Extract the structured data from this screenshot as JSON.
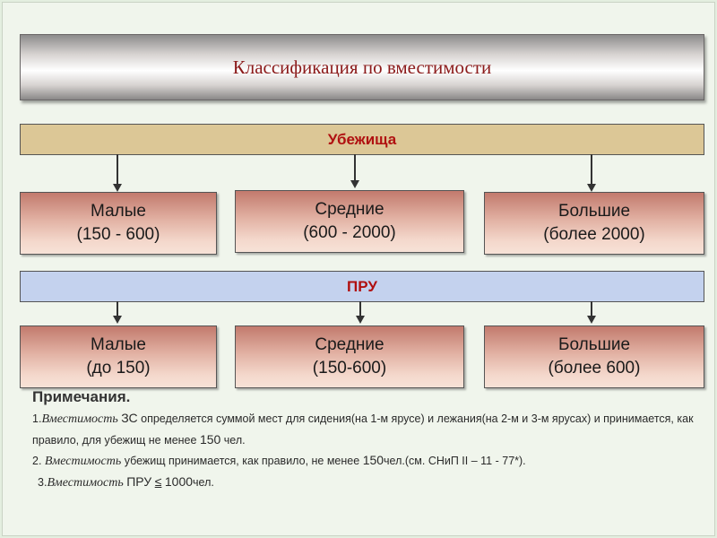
{
  "title": "Классификация по вместимости",
  "shelters": {
    "label": "Убежища",
    "boxes": [
      {
        "name": "Малые",
        "range": "(150 - 600)"
      },
      {
        "name": "Средние",
        "range": "(600 - 2000)"
      },
      {
        "name": "Большие",
        "range": "(более 2000)"
      }
    ]
  },
  "pru": {
    "label": "ПРУ",
    "boxes": [
      {
        "name": "Малые",
        "range": "(до 150)"
      },
      {
        "name": "Средние",
        "range": "(150-600)"
      },
      {
        "name": "Большие",
        "range": "(более 600)"
      }
    ]
  },
  "notes": {
    "title": "Примечания.",
    "n1_num": "1.",
    "n1_word": "Вместимость",
    "n1_zs": "ЗС",
    "n1_text": "определяется суммой мест для сидения(на 1-м ярусе) и лежания(на 2-м и 3-м ярусах) и принимается, как правило, для убежищ не менее",
    "n1_qty": "150",
    "n1_unit": "чел.",
    "n2_num": "2.",
    "n2_word": "Вместимость",
    "n2_text": "убежищ принимается, как правило, не менее",
    "n2_qty": "150",
    "n2_unit": "чел.(см. СНиП II – 11 - 77*).",
    "n3_num": "3.",
    "n3_word": "Вместимость",
    "n3_subject": "ПРУ",
    "n3_sign": "≤",
    "n3_qty": "1000",
    "n3_unit": "чел."
  }
}
